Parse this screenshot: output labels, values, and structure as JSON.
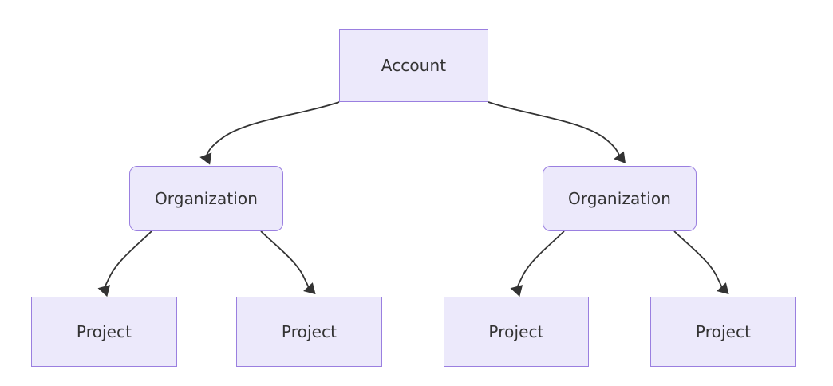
{
  "diagram": {
    "type": "hierarchy-flowchart",
    "direction": "top-down",
    "background_color": "#ffffff",
    "node_fill_color": "#ece9fb",
    "node_border_color": "#9a7fe0",
    "node_text_color": "#333333",
    "edge_color": "#333333",
    "nodes": [
      {
        "id": "account",
        "label": "Account",
        "level": 0,
        "shape": "rectangle"
      },
      {
        "id": "org-left",
        "label": "Organization",
        "level": 1,
        "shape": "rounded-rectangle"
      },
      {
        "id": "org-right",
        "label": "Organization",
        "level": 1,
        "shape": "rounded-rectangle"
      },
      {
        "id": "project-1",
        "label": "Project",
        "level": 2,
        "shape": "rectangle"
      },
      {
        "id": "project-2",
        "label": "Project",
        "level": 2,
        "shape": "rectangle"
      },
      {
        "id": "project-3",
        "label": "Project",
        "level": 2,
        "shape": "rectangle"
      },
      {
        "id": "project-4",
        "label": "Project",
        "level": 2,
        "shape": "rectangle"
      }
    ],
    "edges": [
      {
        "from": "account",
        "to": "org-left",
        "style": "curved",
        "arrow": "triangle"
      },
      {
        "from": "account",
        "to": "org-right",
        "style": "curved",
        "arrow": "triangle"
      },
      {
        "from": "org-left",
        "to": "project-1",
        "style": "curved",
        "arrow": "triangle"
      },
      {
        "from": "org-left",
        "to": "project-2",
        "style": "curved",
        "arrow": "triangle"
      },
      {
        "from": "org-right",
        "to": "project-3",
        "style": "curved",
        "arrow": "triangle"
      },
      {
        "from": "org-right",
        "to": "project-4",
        "style": "curved",
        "arrow": "triangle"
      }
    ]
  }
}
